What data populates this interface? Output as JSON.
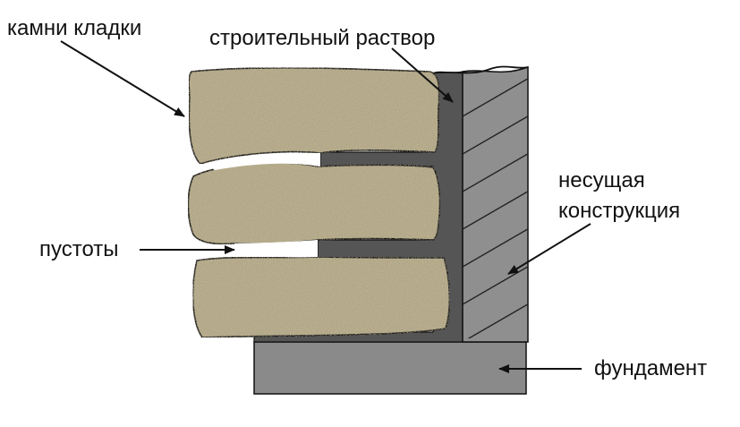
{
  "labels": {
    "stones": "камни кладки",
    "mortar": "строительный раствор",
    "voids": "пустоты",
    "load_bearing_line1": "несущая",
    "load_bearing_line2": "конструкция",
    "foundation": "фундамент"
  },
  "colors": {
    "stone_fill": "#b9ae8c",
    "stone_speckle": "#6f6650",
    "mortar": "#555555",
    "wall": "#8f8f8f",
    "foundation": "#8a8a8a",
    "outline": "#111111"
  }
}
